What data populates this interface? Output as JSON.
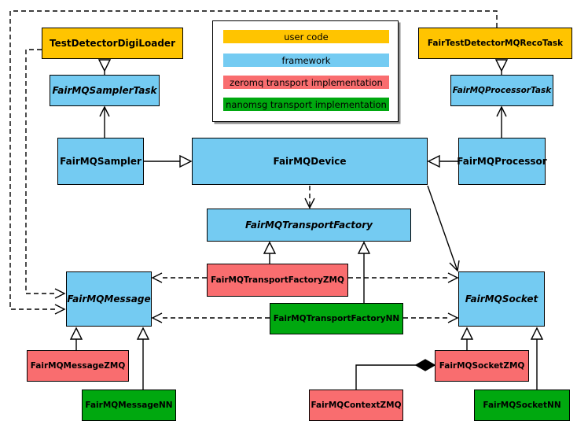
{
  "legend": {
    "items": [
      {
        "label": "user code",
        "color": "#ffc400",
        "category": "user-code"
      },
      {
        "label": "framework",
        "color": "#74cbf2",
        "category": "framework"
      },
      {
        "label": "zeromq transport implementation",
        "color": "#f96d6f",
        "category": "zeromq"
      },
      {
        "label": "nanomsg transport implementation",
        "color": "#00a80f",
        "category": "nanomsg"
      }
    ]
  },
  "nodes": {
    "testDetectorDigiLoader": {
      "label": "TestDetectorDigiLoader",
      "category": "user-code",
      "abstract": false
    },
    "fairTestDetectorMQRecoTask": {
      "label": "FairTestDetectorMQRecoTask",
      "category": "user-code",
      "abstract": false
    },
    "fairMQSamplerTask": {
      "label": "FairMQSamplerTask",
      "category": "framework",
      "abstract": true
    },
    "fairMQProcessorTask": {
      "label": "FairMQProcessorTask",
      "category": "framework",
      "abstract": true
    },
    "fairMQSampler": {
      "label": "FairMQSampler",
      "category": "framework",
      "abstract": false
    },
    "fairMQDevice": {
      "label": "FairMQDevice",
      "category": "framework",
      "abstract": false
    },
    "fairMQProcessor": {
      "label": "FairMQProcessor",
      "category": "framework",
      "abstract": false
    },
    "fairMQTransportFactory": {
      "label": "FairMQTransportFactory",
      "category": "framework",
      "abstract": true
    },
    "fairMQTransportFactoryZMQ": {
      "label": "FairMQTransportFactoryZMQ",
      "category": "zeromq",
      "abstract": false
    },
    "fairMQTransportFactoryNN": {
      "label": "FairMQTransportFactoryNN",
      "category": "nanomsg",
      "abstract": false
    },
    "fairMQMessage": {
      "label": "FairMQMessage",
      "category": "framework",
      "abstract": true
    },
    "fairMQSocket": {
      "label": "FairMQSocket",
      "category": "framework",
      "abstract": true
    },
    "fairMQMessageZMQ": {
      "label": "FairMQMessageZMQ",
      "category": "zeromq",
      "abstract": false
    },
    "fairMQMessageNN": {
      "label": "FairMQMessageNN",
      "category": "nanomsg",
      "abstract": false
    },
    "fairMQSocketZMQ": {
      "label": "FairMQSocketZMQ",
      "category": "zeromq",
      "abstract": false
    },
    "fairMQSocketNN": {
      "label": "FairMQSocketNN",
      "category": "nanomsg",
      "abstract": false
    },
    "fairMQContextZMQ": {
      "label": "FairMQContextZMQ",
      "category": "zeromq",
      "abstract": false
    }
  },
  "edges": [
    {
      "from": "TestDetectorDigiLoader",
      "to": "FairMQSamplerTask",
      "type": "inheritance"
    },
    {
      "from": "FairTestDetectorMQRecoTask",
      "to": "FairMQProcessorTask",
      "type": "inheritance"
    },
    {
      "from": "FairMQSampler",
      "to": "FairMQSamplerTask",
      "type": "association"
    },
    {
      "from": "FairMQProcessor",
      "to": "FairMQProcessorTask",
      "type": "association"
    },
    {
      "from": "FairMQSampler",
      "to": "FairMQDevice",
      "type": "inheritance"
    },
    {
      "from": "FairMQProcessor",
      "to": "FairMQDevice",
      "type": "inheritance"
    },
    {
      "from": "FairMQDevice",
      "to": "FairMQTransportFactory",
      "type": "dependency"
    },
    {
      "from": "FairMQDevice",
      "to": "FairMQSocket",
      "type": "association"
    },
    {
      "from": "FairMQTransportFactoryZMQ",
      "to": "FairMQTransportFactory",
      "type": "inheritance"
    },
    {
      "from": "FairMQTransportFactoryNN",
      "to": "FairMQTransportFactory",
      "type": "inheritance"
    },
    {
      "from": "FairMQTransportFactoryZMQ",
      "to": "FairMQMessage",
      "type": "dependency"
    },
    {
      "from": "FairMQTransportFactoryZMQ",
      "to": "FairMQSocket",
      "type": "dependency"
    },
    {
      "from": "FairMQTransportFactoryNN",
      "to": "FairMQMessage",
      "type": "dependency"
    },
    {
      "from": "FairMQTransportFactoryNN",
      "to": "FairMQSocket",
      "type": "dependency"
    },
    {
      "from": "TestDetectorDigiLoader",
      "to": "FairMQMessage",
      "type": "dependency"
    },
    {
      "from": "FairTestDetectorMQRecoTask",
      "to": "FairMQMessage",
      "type": "dependency"
    },
    {
      "from": "FairMQMessageZMQ",
      "to": "FairMQMessage",
      "type": "inheritance"
    },
    {
      "from": "FairMQMessageNN",
      "to": "FairMQMessage",
      "type": "inheritance"
    },
    {
      "from": "FairMQSocketZMQ",
      "to": "FairMQSocket",
      "type": "inheritance"
    },
    {
      "from": "FairMQSocketNN",
      "to": "FairMQSocket",
      "type": "inheritance"
    },
    {
      "from": "FairMQSocketZMQ",
      "to": "FairMQContextZMQ",
      "type": "composition"
    }
  ]
}
